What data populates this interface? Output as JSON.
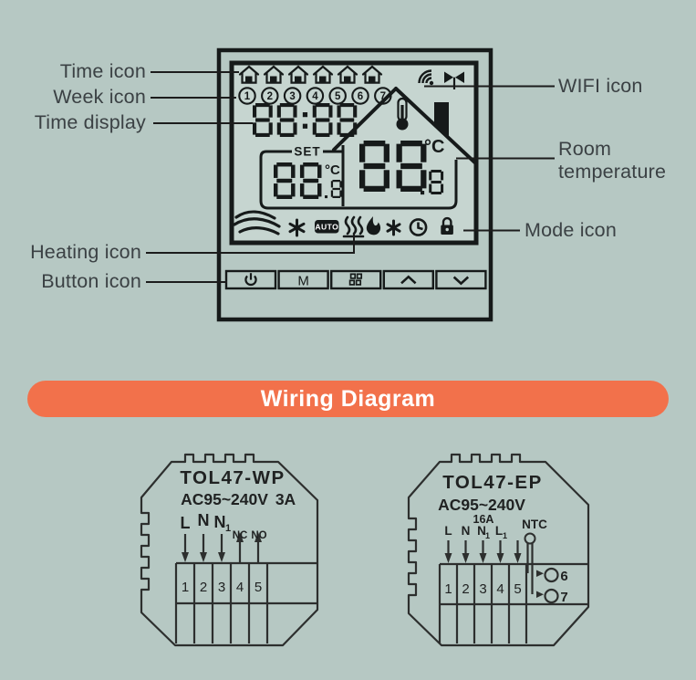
{
  "colors": {
    "background": "#b6c8c3",
    "lcd_screen": "#c6d5d0",
    "ink": "#161a1a",
    "banner_background": "#f2714b",
    "banner_text": "#ffffff",
    "callout_text": "#3b4144",
    "wiring_line": "#2d2f2e"
  },
  "labels": {
    "time_icon": "Time icon",
    "week_icon": "Week icon",
    "time_display": "Time display",
    "heating_icon": "Heating icon",
    "button_icon": "Button icon",
    "wifi_icon": "WIFI icon",
    "room_temperature": "Room temperature",
    "mode_icon": "Mode icon"
  },
  "thermostat": {
    "week_numbers": [
      "1",
      "2",
      "3",
      "4",
      "5",
      "6",
      "7"
    ],
    "time_display": "88:88",
    "set_label": "SET",
    "set_temperature": {
      "value": "88.8",
      "main": "88",
      "fraction": ".8",
      "unit": "°C"
    },
    "room_temperature": {
      "value": "88.8",
      "main": "88",
      "fraction": ".8",
      "unit": "°C"
    },
    "mode_auto_label": "AUTO",
    "buttons": {
      "menu": "M"
    },
    "icons": {
      "time_period_houses": "6 small house glyphs",
      "wifi": "signal arcs",
      "antenna": "bowtie antenna",
      "thermometer": "capsule with bulb",
      "house": "roof with chimney",
      "wave": "three swooshes",
      "fan": "spoked fan",
      "floor_heating": "three wavy risers over line",
      "flame": "flame",
      "frost": "six-point star",
      "clock": "clock face",
      "lock": "padlock",
      "power": "power symbol",
      "program_grid": "four small squares",
      "up": "chevron up",
      "down": "chevron down"
    }
  },
  "wiring": {
    "banner": "Wiring Diagram",
    "wp": {
      "model": "TOL47-WP",
      "voltage": "AC95~240V",
      "amps": "3A",
      "input_labels": [
        {
          "main": "L"
        },
        {
          "main": "N"
        },
        {
          "main": "N",
          "sub": "1"
        }
      ],
      "output_labels": [
        "NC",
        "NO"
      ],
      "terminal_numbers": [
        "1",
        "2",
        "3",
        "4",
        "5"
      ]
    },
    "ep": {
      "model": "TOL47-EP",
      "voltage": "AC95~240V",
      "amps": "16A",
      "input_labels": [
        {
          "main": "L"
        },
        {
          "main": "N"
        },
        {
          "main": "N",
          "sub": "1"
        },
        {
          "main": "L",
          "sub": "1"
        }
      ],
      "sensor_label": "NTC",
      "terminal_numbers": [
        "1",
        "2",
        "3",
        "4",
        "5"
      ],
      "sensor_terminals": [
        "6",
        "7"
      ]
    }
  }
}
